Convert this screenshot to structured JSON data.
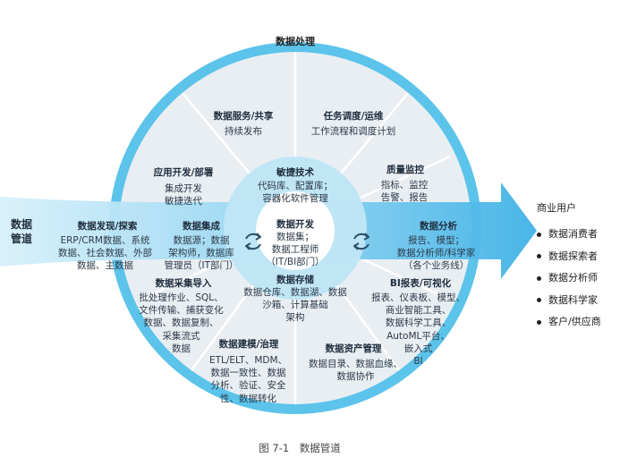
{
  "diagram": {
    "top_label": "数据处理",
    "pipeline_label": "数据\n管道",
    "caption": "图 7-1　数据管道",
    "center_ring": {
      "top": {
        "title": "敏捷技术",
        "body": "代码库、配置库；\n容器化软件管理"
      },
      "center": {
        "title": "数据开发",
        "body": "数据集；\n数据工程师\n（IT/BI部门）"
      },
      "bottom": {
        "title": "数据存储",
        "body": "数据仓库、数据湖、数据\n沙箱、计算基础\n架构"
      },
      "left_cycle_icon": "refresh-cycle-icon",
      "right_cycle_icon": "refresh-cycle-icon"
    },
    "segments": [
      {
        "id": "data-service",
        "title": "数据服务/共享",
        "body": "持续发布"
      },
      {
        "id": "task-scheduling",
        "title": "任务调度/运维",
        "body": "工作流程和调度计划"
      },
      {
        "id": "app-dev",
        "title": "应用开发/部署",
        "body": "集成开发\n敏捷迭代"
      },
      {
        "id": "quality",
        "title": "质量监控",
        "body": "指标、监控\n告警、报告"
      },
      {
        "id": "discovery",
        "title": "数据发现/探索",
        "body": "ERP/CRM数据、系统\n数据、社会数据、外部\n数据、主数据"
      },
      {
        "id": "integration",
        "title": "数据集成",
        "body": "数据源；数据\n架构师，数据库\n管理员（IT部门）"
      },
      {
        "id": "analysis",
        "title": "数据分析",
        "body": "报告、模型；\n数据分析师/科学家\n（各个业务线）"
      },
      {
        "id": "ingestion",
        "title": "数据采集导入",
        "body": "批处理作业、SQL、\n文件传输、捕获变化\n数据、数据复制、\n采集流式\n数据"
      },
      {
        "id": "bi",
        "title": "BI报表/可视化",
        "body": "报表、仪表板、模型、\n商业智能工具、\n数据科学工具、\nAutoML平台、\n嵌入式\nBI"
      },
      {
        "id": "modeling",
        "title": "数据建模/治理",
        "body": "ETL/ELT、MDM、\n数据一致性、数据\n分析、验证、安全\n性、数据转化"
      },
      {
        "id": "asset-mgmt",
        "title": "数据资产管理",
        "body": "数据目录、数据血缘、\n数据协作"
      }
    ],
    "business_users": {
      "title": "商业用户",
      "items": [
        "数据消费者",
        "数据探索者",
        "数据分析师",
        "数据科学家",
        "客户/供应商"
      ]
    },
    "colors": {
      "outer_ring": "#5cc3ea",
      "disc": "#e9eef3",
      "divider": "#ffffff",
      "inner_ring": "#bfe6f6",
      "inner_core": "#ffffff",
      "arrow_light": "#d7f0fb",
      "arrow_dark": "#3fb2e6"
    }
  }
}
